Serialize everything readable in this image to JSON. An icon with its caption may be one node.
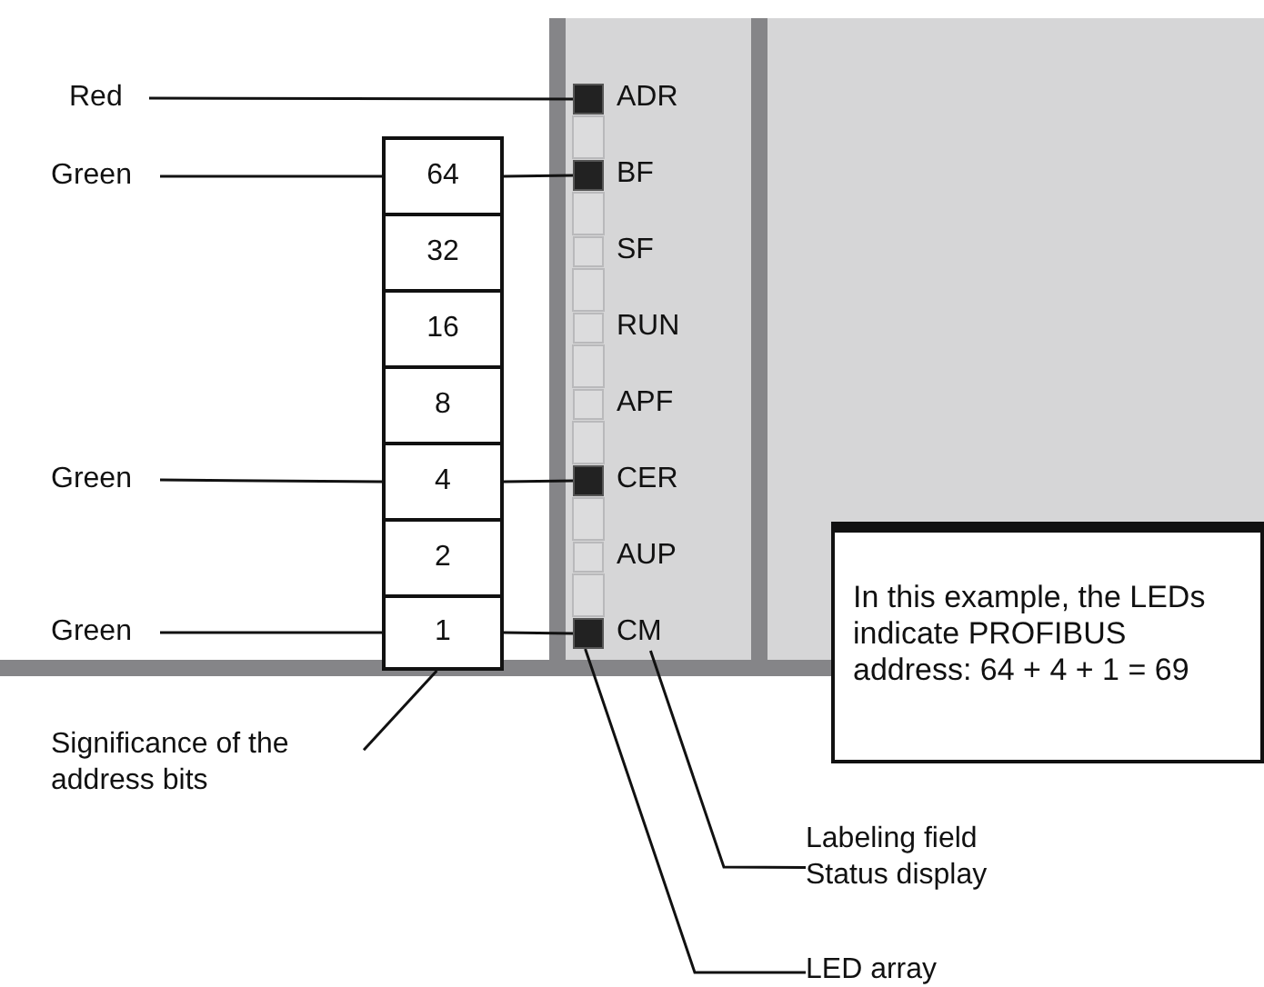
{
  "diagram": {
    "nodes": [
      {
        "text": [
          "Red"
        ]
      },
      {
        "text": [
          "Green"
        ]
      },
      {
        "text": [
          "64"
        ]
      },
      {
        "text": [
          "32"
        ]
      },
      {
        "text": [
          "16"
        ]
      },
      {
        "text": [
          "8"
        ]
      },
      {
        "text": [
          "Green"
        ]
      },
      {
        "text": [
          "4"
        ]
      },
      {
        "text": [
          "2"
        ]
      },
      {
        "text": [
          "Green"
        ]
      },
      {
        "text": [
          "1"
        ]
      },
      {
        "text": [],
        "shape": "box"
      },
      {
        "text": [],
        "shape": "box"
      },
      {
        "text": [],
        "shape": "box"
      },
      {
        "text": [],
        "shape": "box"
      },
      {
        "text": [],
        "shape": "box"
      },
      {
        "text": [],
        "shape": "box"
      },
      {
        "text": [],
        "shape": "box"
      },
      {
        "text": [],
        "shape": "box"
      },
      {
        "text": [
          "CM"
        ]
      },
      {
        "text": [
          "In this example, the LEDs indicate PROFIBUS address: 64 + 4 + 1 = 69"
        ]
      },
      {
        "text": [
          "Significance of the address bits"
        ]
      },
      {
        "text": [
          "Labeling field Status display"
        ]
      },
      {
        "text": [
          "LED array"
        ]
      }
    ],
    "edges": [
      {
        "from": 0,
        "to": 11,
        "arrow": "none"
      },
      {
        "from": 1,
        "to": 2,
        "arrow": "none"
      },
      {
        "from": 2,
        "to": 12,
        "arrow": "none"
      },
      {
        "from": 6,
        "to": 7,
        "arrow": "none"
      },
      {
        "from": 7,
        "to": 16,
        "arrow": "none"
      },
      {
        "from": 9,
        "to": 10,
        "arrow": "none"
      },
      {
        "from": 10,
        "to": 18,
        "arrow": "none"
      },
      {
        "from": 21,
        "to": 10,
        "arrow": "none"
      },
      {
        "from": 22,
        "to": 19,
        "arrow": "none"
      },
      {
        "from": 23,
        "to": 18,
        "arrow": "none"
      }
    ],
    "labels": [
      "ADR",
      "BF",
      "SF",
      "RUN",
      "APF",
      "CER",
      "AUP"
    ]
  }
}
